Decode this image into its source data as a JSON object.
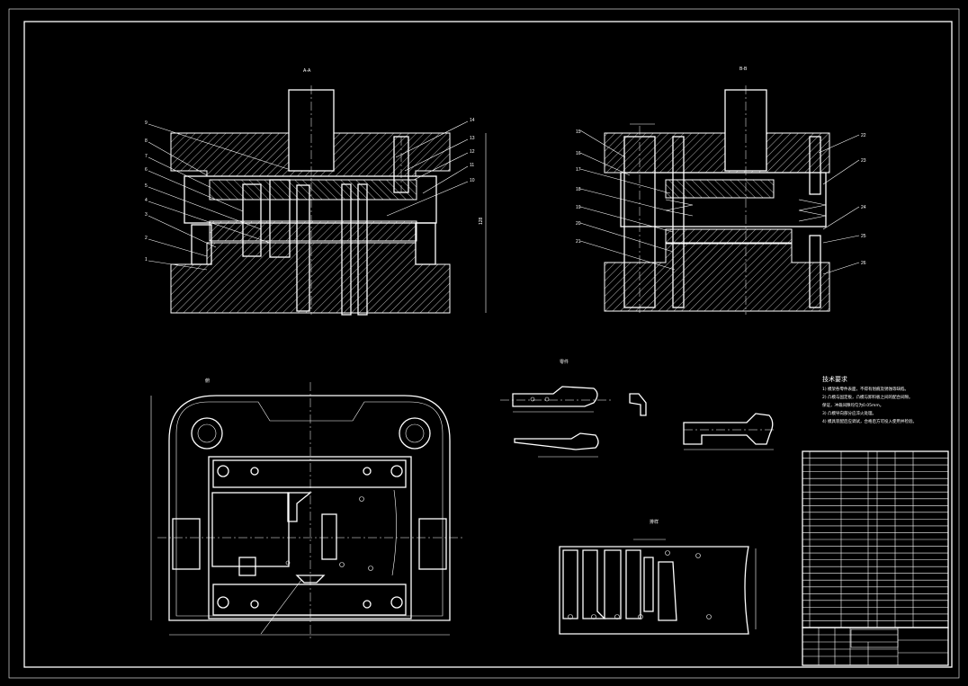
{
  "sheet": {
    "view_labels": {
      "section_a": "A-A",
      "section_b": "B-B",
      "plan": "俯",
      "part": "零件",
      "strip": "排样"
    },
    "part_numbers_left": [
      "1",
      "2",
      "3",
      "4",
      "5",
      "6",
      "7",
      "8",
      "9"
    ],
    "part_numbers_right_of_a": [
      "10",
      "11",
      "12",
      "13",
      "14"
    ],
    "part_numbers_b_left": [
      "15",
      "16",
      "17",
      "18",
      "19",
      "20",
      "21"
    ],
    "part_numbers_b_right": [
      "22",
      "23",
      "24",
      "25",
      "26"
    ],
    "tech_req_title": "技术要求",
    "tech_req": [
      "1) 模架各零件表面，不得有划痕及锈蚀等缺陷。",
      "2) 凸模与固定板，凸模与卸料板之间的配合间隙。",
      "   保证，冲裁间隙均匀为0.05mm。",
      "3) 凸模导向部分应淬火处理。",
      "4) 模具装配后应调试，合格后方可投入使用并检验。"
    ],
    "bom_rows": 26
  }
}
